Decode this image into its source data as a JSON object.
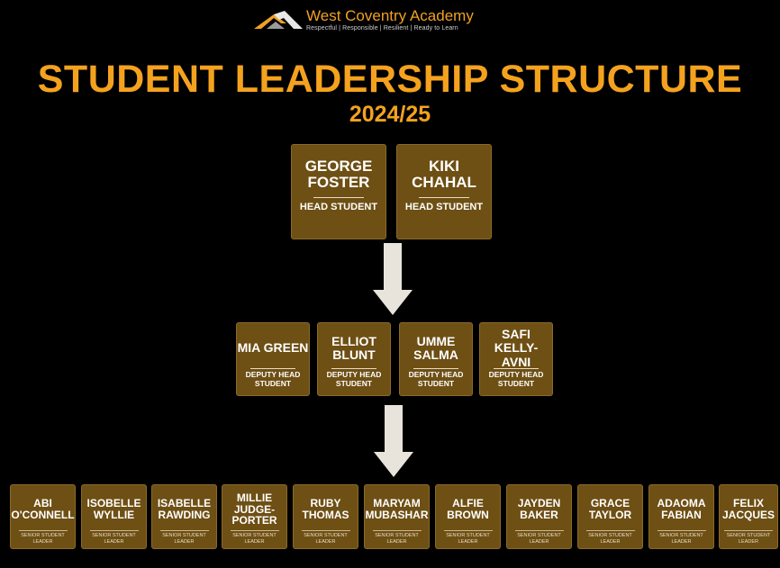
{
  "school": {
    "name": "West Coventry Academy",
    "tagline": "Respectful | Responsible | Resilient | Ready to Learn"
  },
  "title": "STUDENT LEADERSHIP STRUCTURE",
  "year": "2024/25",
  "colors": {
    "accent": "#f4a21e",
    "card": "#6e4f14",
    "background": "#000000",
    "arrow": "#e8e4dc"
  },
  "head_students": [
    {
      "name": "GEORGE FOSTER",
      "role": "HEAD STUDENT"
    },
    {
      "name": "KIKI CHAHAL",
      "role": "HEAD STUDENT"
    }
  ],
  "deputy_heads": [
    {
      "name": "MIA GREEN",
      "role": "DEPUTY HEAD STUDENT"
    },
    {
      "name": "ELLIOT BLUNT",
      "role": "DEPUTY HEAD STUDENT"
    },
    {
      "name": "UMME SALMA",
      "role": "DEPUTY HEAD STUDENT"
    },
    {
      "name": "SAFI KELLY-AVNI",
      "role": "DEPUTY HEAD STUDENT"
    }
  ],
  "senior_leaders": [
    {
      "name": "ABI O'CONNELL",
      "role": "SENIOR STUDENT LEADER"
    },
    {
      "name": "ISOBELLE WYLLIE",
      "role": "SENIOR STUDENT LEADER"
    },
    {
      "name": "ISABELLE RAWDING",
      "role": "SENIOR STUDENT LEADER"
    },
    {
      "name": "MILLIE JUDGE-PORTER",
      "role": "SENIOR STUDENT LEADER"
    },
    {
      "name": "RUBY THOMAS",
      "role": "SENIOR STUDENT LEADER"
    },
    {
      "name": "MARYAM MUBASHAR",
      "role": "SENIOR STUDENT LEADER"
    },
    {
      "name": "ALFIE BROWN",
      "role": "SENIOR STUDENT LEADER"
    },
    {
      "name": "JAYDEN BAKER",
      "role": "SENIOR STUDENT LEADER"
    },
    {
      "name": "GRACE TAYLOR",
      "role": "SENIOR STUDENT LEADER"
    },
    {
      "name": "ADAOMA FABIAN",
      "role": "SENIOR STUDENT LEADER"
    },
    {
      "name": "FELIX JACQUES",
      "role": "SENIOR STUDENT LEADER"
    }
  ]
}
